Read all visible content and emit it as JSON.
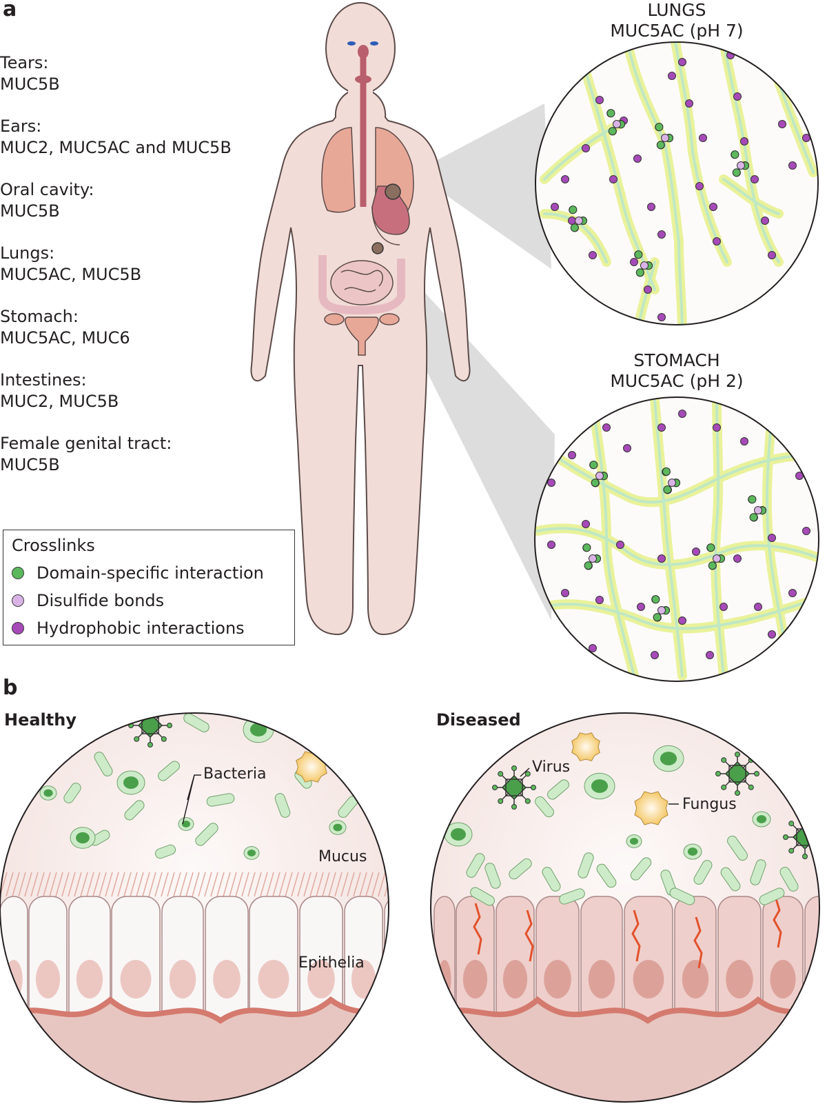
{
  "panel_a": {
    "letter": "a",
    "organs": [
      {
        "organ": "Tears:",
        "mucins": "MUC5B"
      },
      {
        "organ": "Ears:",
        "mucins": "MUC2, MUC5AC and MUC5B"
      },
      {
        "organ": "Oral cavity:",
        "mucins": "MUC5B"
      },
      {
        "organ": "Lungs:",
        "mucins": "MUC5AC, MUC5B"
      },
      {
        "organ": "Stomach:",
        "mucins": "MUC5AC, MUC6"
      },
      {
        "organ": "Intestines:",
        "mucins": "MUC2, MUC5B"
      },
      {
        "organ": "Female genital tract:",
        "mucins": "MUC5B"
      }
    ],
    "legend": {
      "title": "Crosslinks",
      "items": [
        {
          "label": "Domain-specific interaction",
          "color": "#5cb85c"
        },
        {
          "label": "Disulfide bonds",
          "color": "#d9b3e6"
        },
        {
          "label": "Hydrophobic interactions",
          "color": "#a64ab8"
        }
      ]
    },
    "lungs_circle": {
      "line1": "LUNGS",
      "line2": "MUC5AC (pH 7)"
    },
    "stomach_circle": {
      "line1": "STOMACH",
      "line2": "MUC5AC (pH 2)"
    }
  },
  "panel_b": {
    "letter": "b",
    "healthy": {
      "heading": "Healthy",
      "labels": {
        "bacteria": "Bacteria",
        "mucus": "Mucus",
        "epithelia": "Epithelia"
      }
    },
    "diseased": {
      "heading": "Diseased",
      "labels": {
        "virus": "Virus",
        "fungus": "Fungus"
      }
    }
  },
  "colors": {
    "skin": "#f2dcd7",
    "skin_outline": "#5a4a48",
    "lung": "#e8a898",
    "fiber": "#e9f29a",
    "fiber_core": "#bfe8c4",
    "bacteria": "#cdebc9",
    "cell_fill": "#f7f3f3",
    "nucleus": "#e9c3bd",
    "base": "#d47a6e",
    "crack": "#e2512b",
    "shadow": "#cfcfcf"
  }
}
